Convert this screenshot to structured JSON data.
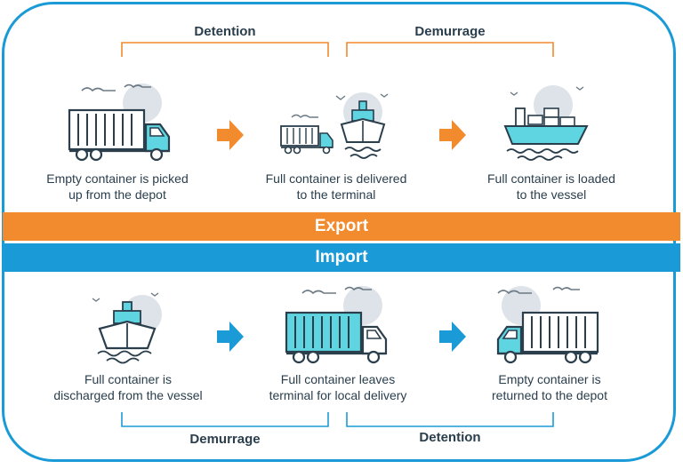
{
  "brackets": {
    "top_left": "Detention",
    "top_right": "Demurrage",
    "bottom_left": "Demurrage",
    "bottom_right": "Detention"
  },
  "bands": {
    "export": "Export",
    "import": "Import"
  },
  "export_steps": [
    {
      "line1": "Empty container is picked",
      "line2": "up from the depot"
    },
    {
      "line1": "Full container is delivered",
      "line2": "to the terminal"
    },
    {
      "line1": "Full container is loaded",
      "line2": "to the vessel"
    }
  ],
  "import_steps": [
    {
      "line1": "Full container is",
      "line2": "discharged from the vessel"
    },
    {
      "line1": "Full container leaves",
      "line2": "terminal for local delivery"
    },
    {
      "line1": "Empty container is",
      "line2": "returned to the depot"
    }
  ],
  "colors": {
    "orange": "#f28a2e",
    "blue": "#1a9bd7",
    "cyan": "#5ed5e0",
    "dark": "#2a3e4c",
    "cloud": "#dde3e8"
  }
}
